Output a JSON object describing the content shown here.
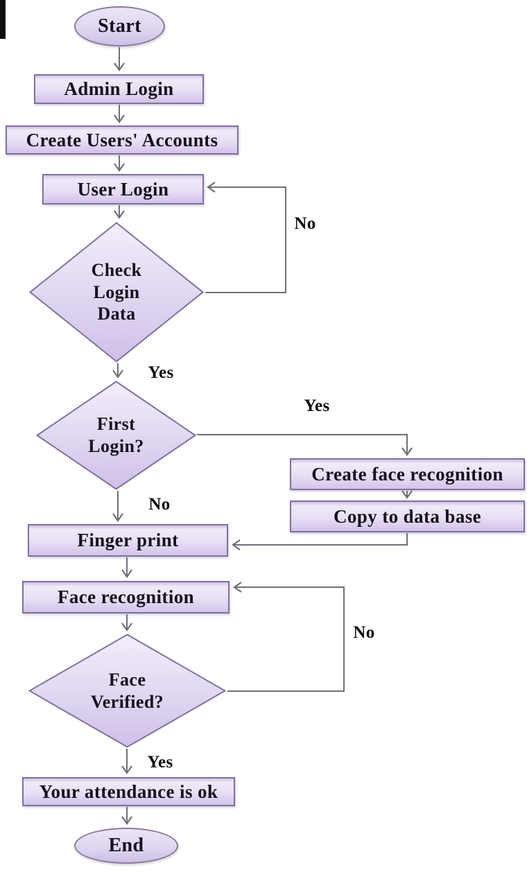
{
  "flowchart": {
    "nodes": [
      {
        "id": "start",
        "shape": "terminator",
        "label": "Start"
      },
      {
        "id": "admin-login",
        "shape": "process",
        "label": "Admin Login"
      },
      {
        "id": "create-users-accounts",
        "shape": "process",
        "label": "Create Users' Accounts"
      },
      {
        "id": "user-login",
        "shape": "process",
        "label": "User Login"
      },
      {
        "id": "check-login-data",
        "shape": "decision",
        "label": "Check\nLogin\nData"
      },
      {
        "id": "first-login",
        "shape": "decision",
        "label": "First\nLogin?"
      },
      {
        "id": "create-face-recognition",
        "shape": "process",
        "label": "Create face recognition"
      },
      {
        "id": "copy-to-data-base",
        "shape": "process",
        "label": "Copy to data base"
      },
      {
        "id": "finger-print",
        "shape": "process",
        "label": "Finger print"
      },
      {
        "id": "face-recognition",
        "shape": "process",
        "label": "Face recognition"
      },
      {
        "id": "face-verified",
        "shape": "decision",
        "label": "Face\nVerified?"
      },
      {
        "id": "attendance-ok",
        "shape": "process",
        "label": "Your attendance is ok"
      },
      {
        "id": "end",
        "shape": "terminator",
        "label": "End"
      }
    ],
    "edge_labels": {
      "check_login_no": "No",
      "check_login_yes": "Yes",
      "first_login_yes": "Yes",
      "first_login_no": "No",
      "face_verified_no": "No",
      "face_verified_yes": "Yes"
    },
    "colors": {
      "node_fill_light": "#f0eaf9",
      "node_fill_dark": "#d2c3e9",
      "node_border": "#80719f",
      "edge_line": "#6f6f7a",
      "node_text": "#17101f",
      "label_text": "#0d0d10",
      "background": "#ffffff"
    }
  }
}
